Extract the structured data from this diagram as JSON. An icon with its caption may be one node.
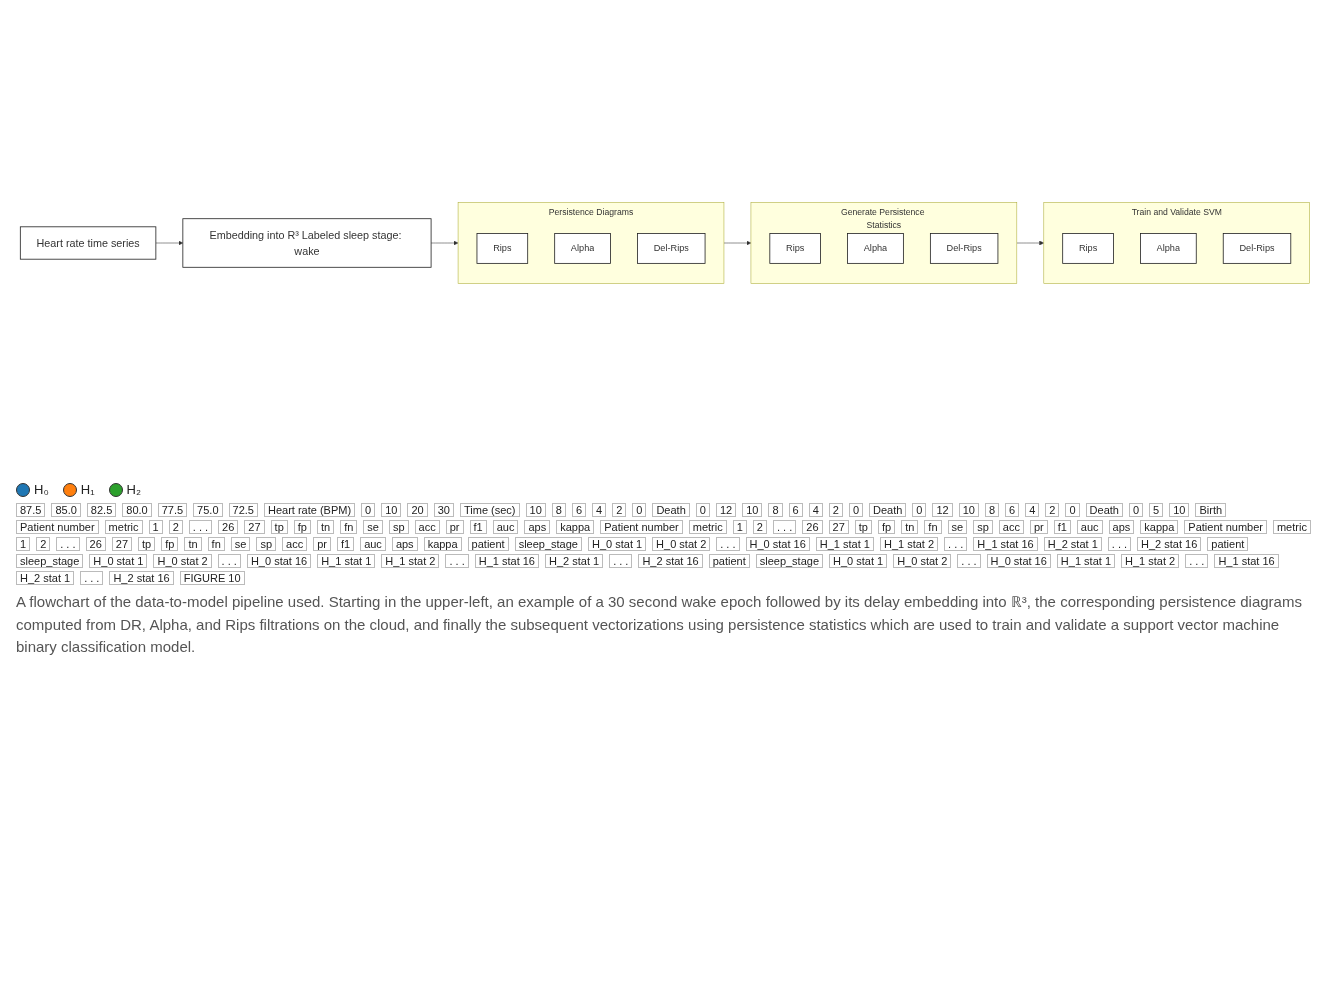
{
  "diagram": {
    "caption": "A flowchart of the data-to-model pipeline used. Starting in the upper-left, an example of a 30 second wake epoch followed by its delay embedding into ℝ³, the corresponding persistence diagrams computed from DR, Alpha, and Rips filtrations on the cloud, and finally the subsequent vectorizations using persistence statistics which are used to train and validate a support vector machine binary classification model.",
    "nodes": [
      {
        "text": [
          "Heart rate time series"
        ]
      },
      {
        "text": [
          "Embedding into R³ Labeled sleep stage: wake"
        ]
      },
      {
        "text": [
          "Persistence Diagrams"
        ]
      },
      {
        "text": [
          "Rips"
        ],
        "in": 2
      },
      {
        "text": [
          "Alpha"
        ],
        "in": 2
      },
      {
        "text": [
          "Del-Rips"
        ],
        "in": 2
      },
      {
        "text": [
          "Generate Persistence Statistics"
        ]
      },
      {
        "text": [
          "Rips"
        ],
        "in": 6
      },
      {
        "text": [
          "Alpha"
        ],
        "in": 6
      },
      {
        "text": [
          "Del-Rips"
        ],
        "in": 6
      },
      {
        "text": [
          "Train and Validate SVM"
        ]
      },
      {
        "text": [
          "Rips"
        ],
        "in": 10
      },
      {
        "text": [
          "Alpha"
        ],
        "in": 10
      },
      {
        "text": [
          "Del-Rips"
        ],
        "in": 10
      }
    ],
    "edges": [
      {
        "from": 0,
        "to": 1,
        "arrow": "to"
      },
      {
        "from": 1,
        "to": 2,
        "arrow": "to"
      },
      {
        "from": 2,
        "to": 6,
        "arrow": "to"
      },
      {
        "from": 6,
        "to": 10,
        "arrow": "to"
      }
    ],
    "labels": [
      "87.5",
      "85.0",
      "82.5",
      "80.0",
      "77.5",
      "75.0",
      "72.5",
      "Heart rate (BPM)",
      "0",
      "10",
      "20",
      "30",
      "Time (sec)",
      "10",
      "8",
      "6",
      "4",
      "2",
      "0",
      "Death",
      "0",
      "12",
      "10",
      "8",
      "6",
      "4",
      "2",
      "0",
      "Death",
      "0",
      "12",
      "10",
      "8",
      "6",
      "4",
      "2",
      "0",
      "Death",
      "0",
      "5",
      "10",
      "Birth",
      "Patient number",
      "metric",
      "1",
      "2",
      ". . .",
      "26",
      "27",
      "tp",
      "fp",
      "tn",
      "fn",
      "se",
      "sp",
      "acc",
      "pr",
      "f1",
      "auc",
      "aps",
      "kappa",
      "Patient number",
      "metric",
      "1",
      "2",
      ". . .",
      "26",
      "27",
      "tp",
      "fp",
      "tn",
      "fn",
      "se",
      "sp",
      "acc",
      "pr",
      "f1",
      "auc",
      "aps",
      "kappa",
      "Patient number",
      "metric",
      "1",
      "2",
      ". . .",
      "26",
      "27",
      "tp",
      "fp",
      "tn",
      "fn",
      "se",
      "sp",
      "acc",
      "pr",
      "f1",
      "auc",
      "aps",
      "kappa",
      "patient",
      "sleep_stage",
      "H_0 stat 1",
      "H_0 stat 2",
      ". . .",
      "H_0 stat 16",
      "H_1 stat 1",
      "H_1 stat 2",
      ". . .",
      "H_1 stat 16",
      "H_2 stat 1",
      ". . .",
      "H_2 stat 16",
      "patient",
      "sleep_stage",
      "H_0 stat 1",
      "H_0 stat 2",
      ". . .",
      "H_0 stat 16",
      "H_1 stat 1",
      "H_1 stat 2",
      ". . .",
      "H_1 stat 16",
      "H_2 stat 1",
      ". . .",
      "H_2 stat 16",
      "patient",
      "sleep_stage",
      "H_0 stat 1",
      "H_0 stat 2",
      ". . .",
      "H_0 stat 16",
      "H_1 stat 1",
      "H_1 stat 2",
      ". . .",
      "H_1 stat 16",
      "H_2 stat 1",
      ". . .",
      "H_2 stat 16",
      "FIGURE 10"
    ],
    "legend": [
      {
        "text": "H₀",
        "color": "#1f77b4"
      },
      {
        "text": "H₁",
        "color": "#ff7f0e"
      },
      {
        "text": "H₂",
        "color": "#2ca02c"
      }
    ]
  }
}
